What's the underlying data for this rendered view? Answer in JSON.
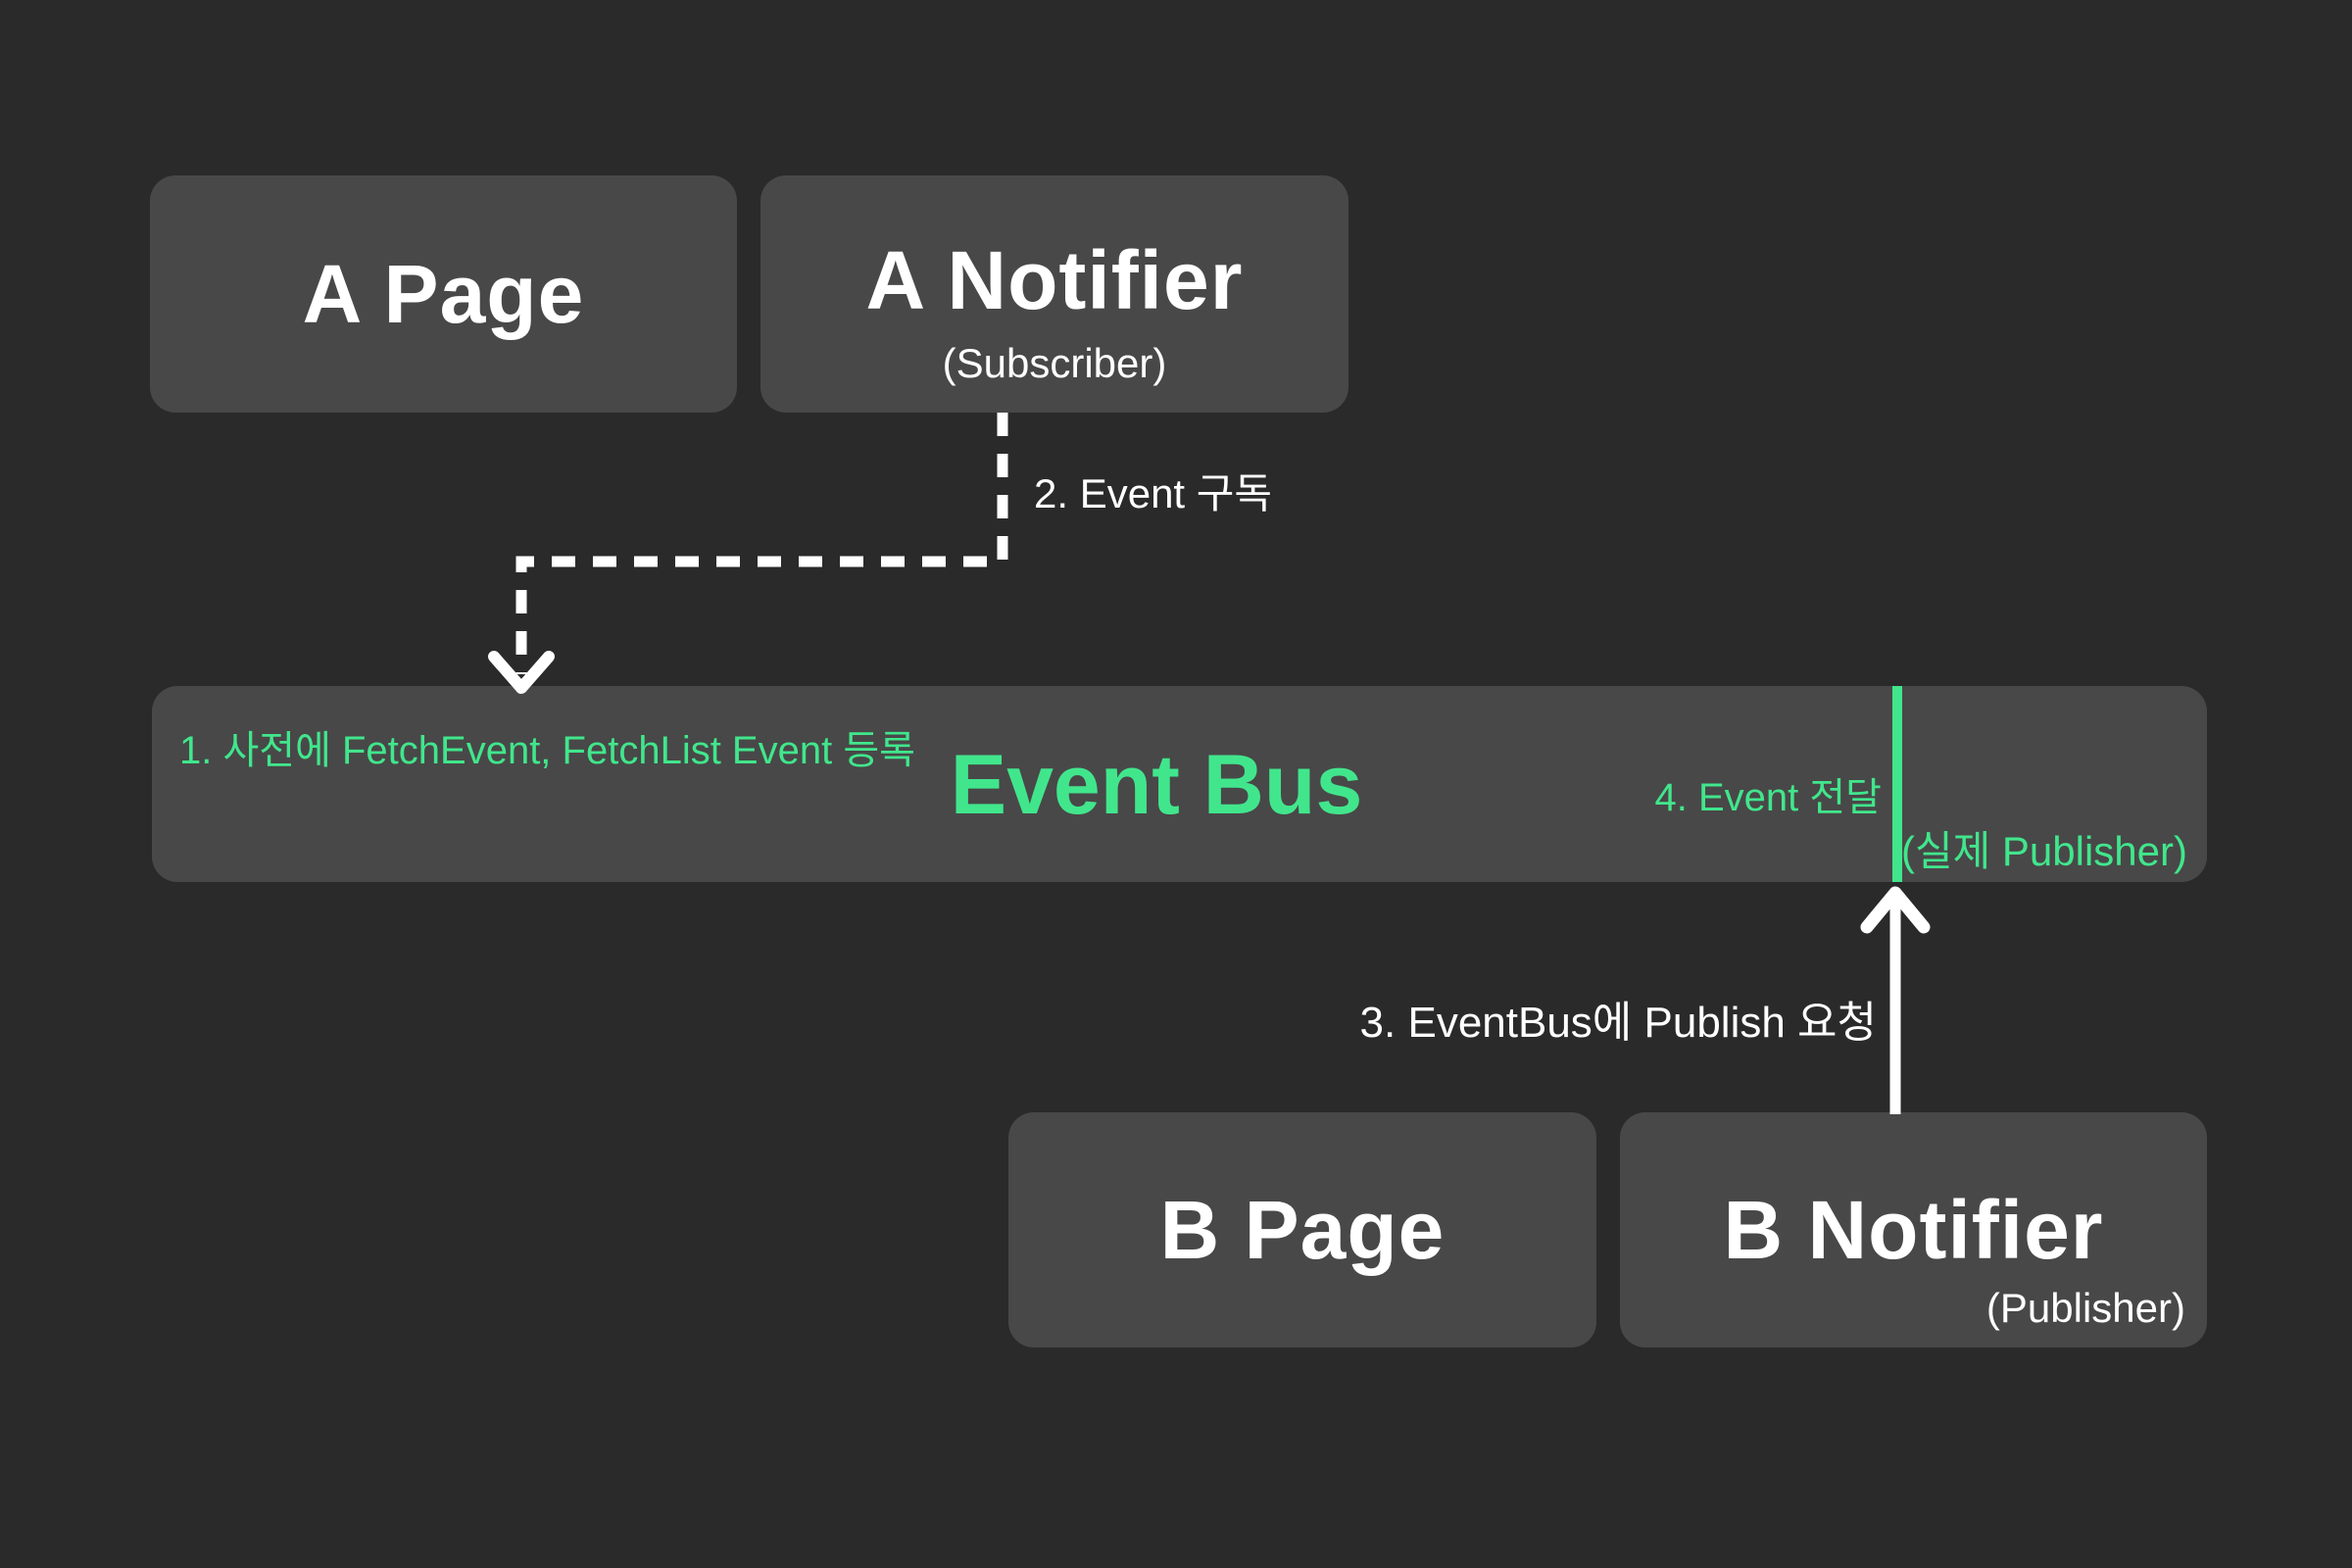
{
  "colors": {
    "background": "#2a2a2b",
    "box": "#484848",
    "green": "#41e68c",
    "text": "#ffffff"
  },
  "boxes": {
    "a_page": {
      "title": "A Page"
    },
    "a_notifier": {
      "title": "A Notifier",
      "subtitle": "(Subscriber)"
    },
    "b_page": {
      "title": "B Page"
    },
    "b_notifier": {
      "title": "B Notifier",
      "subtitle": "(Publisher)"
    },
    "event_bus": {
      "title": "Event Bus",
      "annotation_register": "1. 사전에 FetchEvent, FetchList Event 등록",
      "annotation_deliver": "4. Event 전달",
      "annotation_actual_publisher": "(실제 Publisher)"
    }
  },
  "arrows": {
    "subscribe": {
      "label": "2. Event 구독"
    },
    "publish": {
      "label": "3. EventBus에 Publish 요청"
    }
  }
}
